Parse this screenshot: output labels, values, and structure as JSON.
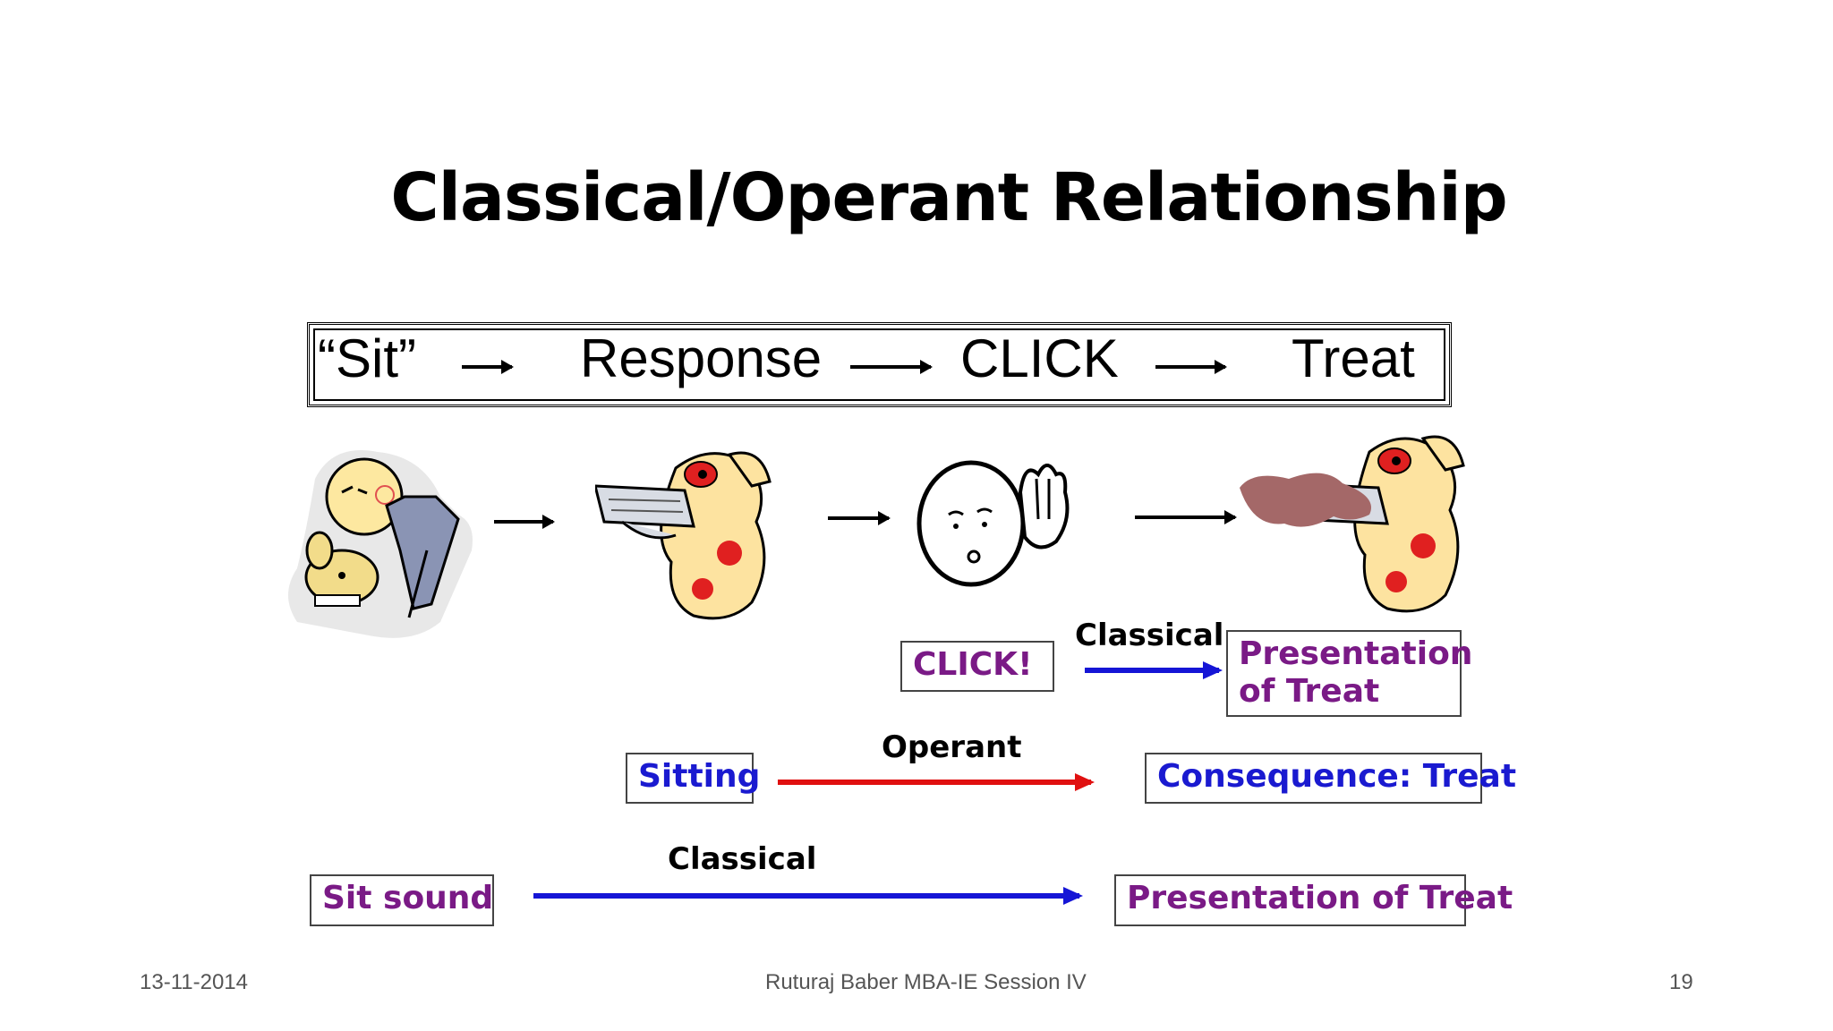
{
  "title": "Classical/Operant Relationship",
  "sequence": {
    "steps": [
      "“Sit”",
      "Response",
      "CLICK",
      "Treat"
    ]
  },
  "illustrations": {
    "icons": [
      "person-commanding-dog-icon",
      "dog-with-newspaper-icon",
      "person-clicking-icon",
      "dog-with-treat-icon"
    ]
  },
  "relationships": [
    {
      "type": "Classical",
      "from": "CLICK!",
      "to": "Presentation of Treat",
      "to_lines": [
        "Presentation",
        "of Treat"
      ],
      "color": "#1515d6"
    },
    {
      "type": "Operant",
      "from": "Sitting",
      "to": "Consequence: Treat",
      "color": "#e01010"
    },
    {
      "type": "Classical",
      "from": "Sit sound",
      "to": "Presentation of Treat",
      "color": "#1515d6"
    }
  ],
  "footer": {
    "date": "13-11-2014",
    "presenter": "Ruturaj Baber MBA-IE Session IV",
    "page_number": "19"
  },
  "colors": {
    "purple_text": "#7a1a86",
    "blue_text": "#1a1ad0"
  }
}
